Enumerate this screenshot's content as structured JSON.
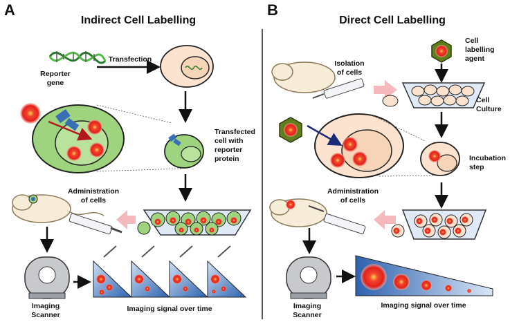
{
  "panel_a": {
    "letter": "A",
    "title": "Indirect Cell Labelling",
    "labels": {
      "reporter_gene_1": "Reporter",
      "reporter_gene_2": "gene",
      "transfection": "Transfection",
      "transfected_1": "Transfected",
      "transfected_2": "cell with",
      "transfected_3": "reporter",
      "transfected_4": "protein",
      "administration_1": "Administration",
      "administration_2": "of cells",
      "scanner_1": "Imaging",
      "scanner_2": "Scanner",
      "signal": "Imaging signal over time"
    }
  },
  "panel_b": {
    "letter": "B",
    "title": "Direct Cell Labelling",
    "labels": {
      "isolation_1": "Isolation",
      "isolation_2": "of cells",
      "agent_1": "Cell",
      "agent_2": "labelling",
      "agent_3": "agent",
      "culture_1": "Cell",
      "culture_2": "Culture",
      "incubation_1": "Incubation",
      "incubation_2": "step",
      "administration_1": "Administration",
      "administration_2": "of cells",
      "scanner_1": "Imaging",
      "scanner_2": "Scanner",
      "signal": "Imaging signal over time"
    }
  },
  "colors": {
    "cell_green": "#9ed47e",
    "cell_peach": "#fbe3cf",
    "probe_red": "#e8261e",
    "receptor_blue": "#3a6fb8",
    "gradient_blue": "#2c62b0",
    "hexagon_green": "#5f7f1e",
    "pink_arrow": "#f5b8bd"
  }
}
